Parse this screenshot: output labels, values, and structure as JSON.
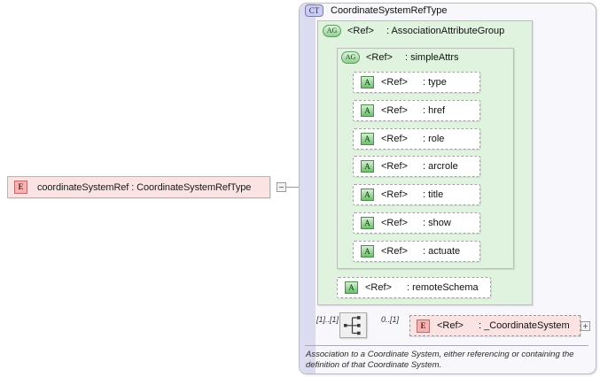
{
  "diagram": {
    "type": "xml-schema-element-diagram",
    "root_element": {
      "icon": "element-icon",
      "badge": "E",
      "label": "coordinateSystemRef  :  CoordinateSystemRefType",
      "collapse_control": "minus"
    },
    "complex_type": {
      "badge": "CT",
      "title": "CoordinateSystemRefType"
    },
    "attribute_groups": [
      {
        "badge": "AG",
        "ref": "<Ref>",
        "name": ": AssociationAttributeGroup"
      },
      {
        "badge": "AG",
        "ref": "<Ref>",
        "name": ": simpleAttrs"
      }
    ],
    "attributes": [
      {
        "badge": "A",
        "ref": "<Ref>",
        "name": ": type"
      },
      {
        "badge": "A",
        "ref": "<Ref>",
        "name": ": href"
      },
      {
        "badge": "A",
        "ref": "<Ref>",
        "name": ": role"
      },
      {
        "badge": "A",
        "ref": "<Ref>",
        "name": ": arcrole"
      },
      {
        "badge": "A",
        "ref": "<Ref>",
        "name": ": title"
      },
      {
        "badge": "A",
        "ref": "<Ref>",
        "name": ": show"
      },
      {
        "badge": "A",
        "ref": "<Ref>",
        "name": ": actuate"
      }
    ],
    "outer_attribute": {
      "badge": "A",
      "ref": "<Ref>",
      "name": ": remoteSchema"
    },
    "sequence": {
      "icon": "sequence-compositor-icon",
      "cardinality_left": "[1]..[1]",
      "cardinality_right": "0..[1]"
    },
    "child_element": {
      "badge": "E",
      "ref": "<Ref>",
      "name": ": _CoordinateSystem",
      "expand_control": "plus"
    },
    "annotation": "Association to a Coordinate System, either referencing or containing the\ndefinition of that Coordinate System."
  },
  "colors": {
    "element_fill": "#fbe3e3",
    "complex_type_fill": "#f7f7fc",
    "complex_type_band": "#dcdcf0",
    "attribute_group_band": "#dff3df",
    "attribute_fill": "#ffffff",
    "line": "#9a9a9a"
  }
}
